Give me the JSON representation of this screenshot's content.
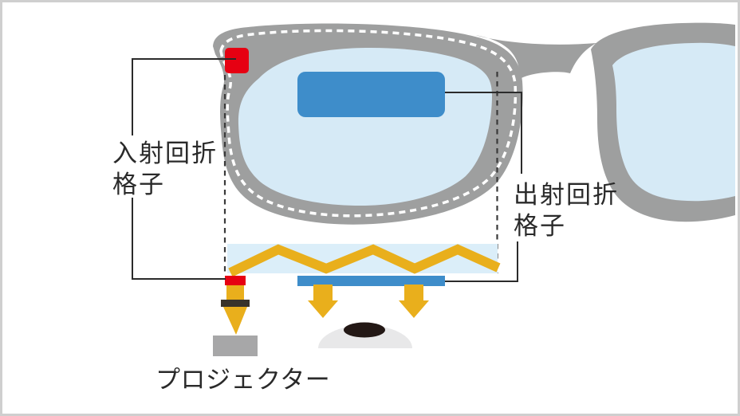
{
  "labels": {
    "incident_grating_line1": "入射回折",
    "incident_grating_line2": "格子",
    "exit_grating_line1": "出射回折",
    "exit_grating_line2": "格子",
    "projector": "プロジェクター"
  },
  "colors": {
    "frame_gray": "#9E9F9F",
    "lens_blue": "#D6EAF6",
    "waveguide_blue": "#DBEEF9",
    "grating_red": "#E60012",
    "display_blue": "#3E8DCA",
    "beam_yellow": "#E9AF1C",
    "dark_bar": "#38332B",
    "projector_gray": "#A7A7A8",
    "eye_white": "#E8E8E9",
    "eye_iris": "#231815",
    "leader_line": "#2B2B2B",
    "guide_dash": "#3A3A3A",
    "outline_white": "#FFFFFF",
    "text_dark": "#2A2A2A",
    "page_border": "#CFCFCF",
    "background": "#FFFFFF"
  }
}
